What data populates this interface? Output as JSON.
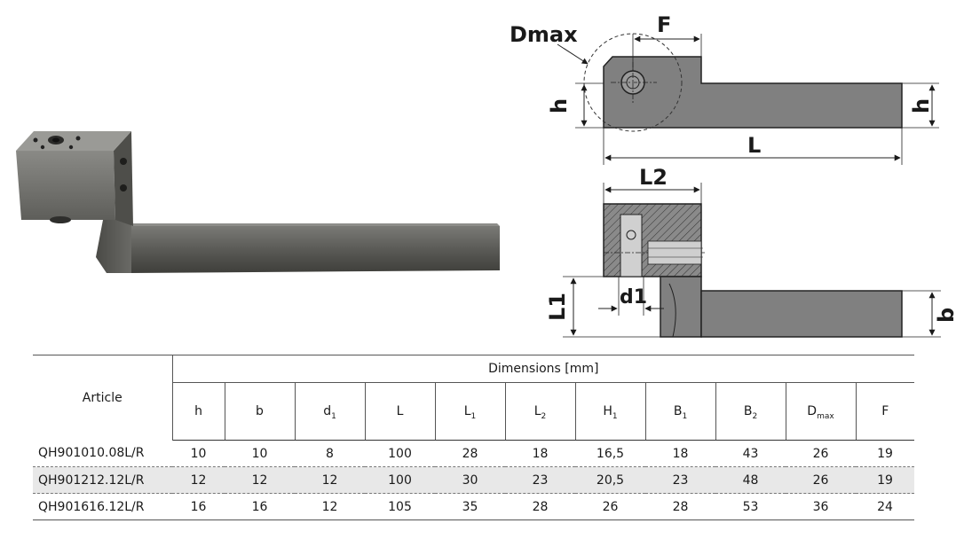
{
  "drawing_labels": {
    "dmax": "Dmax",
    "f": "F",
    "h_left": "h",
    "h_right": "h",
    "l": "L",
    "l2": "L2",
    "l1": "L1",
    "d1": "d1",
    "b": "b"
  },
  "table": {
    "article_header": "Article",
    "group_header": "Dimensions [mm]",
    "columns": [
      {
        "base": "h",
        "sub": ""
      },
      {
        "base": "b",
        "sub": ""
      },
      {
        "base": "d",
        "sub": "1"
      },
      {
        "base": "L",
        "sub": ""
      },
      {
        "base": "L",
        "sub": "1"
      },
      {
        "base": "L",
        "sub": "2"
      },
      {
        "base": "H",
        "sub": "1"
      },
      {
        "base": "B",
        "sub": "1"
      },
      {
        "base": "B",
        "sub": "2"
      },
      {
        "base": "D",
        "sub": "max"
      },
      {
        "base": "F",
        "sub": ""
      }
    ],
    "rows": [
      {
        "article": "QH901010.08L/R",
        "values": [
          "10",
          "10",
          "8",
          "100",
          "28",
          "18",
          "16,5",
          "18",
          "43",
          "26",
          "19"
        ]
      },
      {
        "article": "QH901212.12L/R",
        "values": [
          "12",
          "12",
          "12",
          "100",
          "30",
          "23",
          "20,5",
          "23",
          "48",
          "26",
          "19"
        ]
      },
      {
        "article": "QH901616.12L/R",
        "values": [
          "16",
          "16",
          "12",
          "105",
          "35",
          "28",
          "26",
          "28",
          "53",
          "36",
          "24"
        ]
      }
    ]
  }
}
